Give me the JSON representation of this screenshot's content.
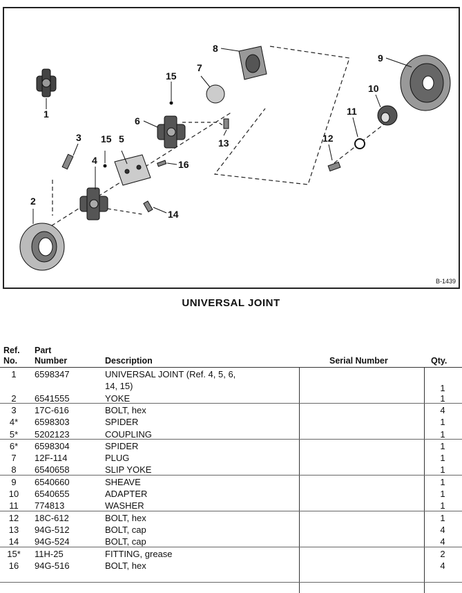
{
  "figure": {
    "id": "B-1439",
    "callouts": [
      "1",
      "2",
      "3",
      "4",
      "5",
      "6",
      "7",
      "8",
      "9",
      "10",
      "11",
      "12",
      "13",
      "14",
      "15",
      "15",
      "16"
    ]
  },
  "title": "UNIVERSAL JOINT",
  "table": {
    "headers": {
      "ref_line1": "Ref.",
      "ref_line2": "No.",
      "part_line1": "Part",
      "part_line2": "Number",
      "description": "Description",
      "serial": "Serial Number",
      "qty": "Qty."
    },
    "rows": [
      {
        "ref": "1",
        "part": "6598347",
        "desc": "UNIVERSAL JOINT (Ref. 4, 5, 6,",
        "qty": ""
      },
      {
        "ref": "",
        "part": "",
        "desc": "14, 15)",
        "qty": "1"
      },
      {
        "ref": "2",
        "part": "6541555",
        "desc": "YOKE",
        "qty": "1"
      },
      {
        "ref": "3",
        "part": "17C-616",
        "desc": "BOLT, hex",
        "qty": "4"
      },
      {
        "ref": "4*",
        "part": "6598303",
        "desc": "SPIDER",
        "qty": "1"
      },
      {
        "ref": "5*",
        "part": "5202123",
        "desc": "COUPLING",
        "qty": "1"
      },
      {
        "ref": "6*",
        "part": "6598304",
        "desc": "SPIDER",
        "qty": "1"
      },
      {
        "ref": "7",
        "part": "12F-114",
        "desc": "PLUG",
        "qty": "1"
      },
      {
        "ref": "8",
        "part": "6540658",
        "desc": "SLIP YOKE",
        "qty": "1"
      },
      {
        "ref": "9",
        "part": "6540660",
        "desc": "SHEAVE",
        "qty": "1"
      },
      {
        "ref": "10",
        "part": "6540655",
        "desc": "ADAPTER",
        "qty": "1"
      },
      {
        "ref": "11",
        "part": "774813",
        "desc": "WASHER",
        "qty": "1"
      },
      {
        "ref": "12",
        "part": "18C-612",
        "desc": "BOLT, hex",
        "qty": "1"
      },
      {
        "ref": "13",
        "part": "94G-512",
        "desc": "BOLT, cap",
        "qty": "4"
      },
      {
        "ref": "14",
        "part": "94G-524",
        "desc": "BOLT, cap",
        "qty": "4"
      },
      {
        "ref": "15*",
        "part": "11H-25",
        "desc": "FITTING, grease",
        "qty": "2"
      },
      {
        "ref": "16",
        "part": "94G-516",
        "desc": "BOLT, hex",
        "qty": "4"
      }
    ]
  }
}
